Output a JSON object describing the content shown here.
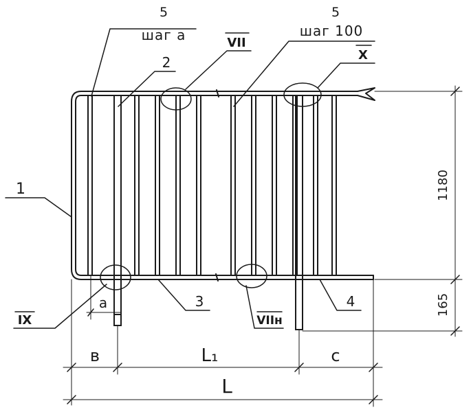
{
  "colors": {
    "ink": "#1a1a1a",
    "paper": "#ffffff"
  },
  "callouts": {
    "left_num": "5",
    "left_step": "шаг a",
    "right_num": "5",
    "right_step": "шаг 100",
    "pos_2": "2",
    "pos_1": "1",
    "pos_3": "3",
    "pos_4": "4"
  },
  "details": {
    "vii": "VII",
    "x": "X",
    "ix": "IX",
    "viin": "VIIн"
  },
  "dimensions": {
    "height_main": "1180",
    "height_lower": "165",
    "a": "a",
    "b": "в",
    "l1": "L₁",
    "c": "c",
    "l": "L"
  }
}
